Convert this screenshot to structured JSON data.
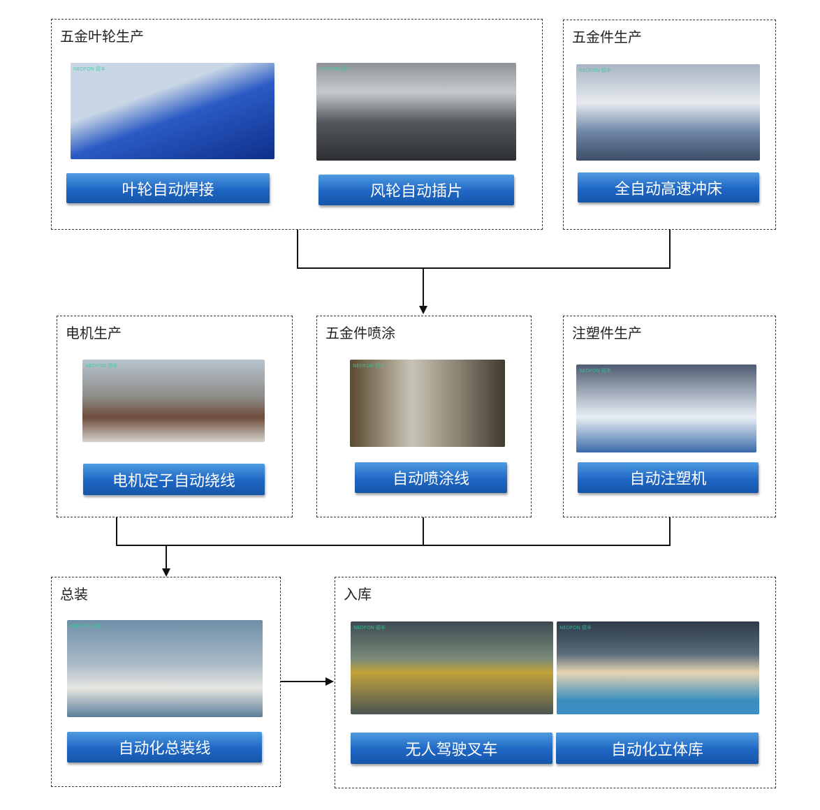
{
  "sections": [
    {
      "title": "五金叶轮生产",
      "items": [
        "叶轮自动焊接",
        "风轮自动插片"
      ]
    },
    {
      "title": "五金件生产",
      "items": [
        "全自动高速冲床"
      ]
    },
    {
      "title": "电机生产",
      "items": [
        "电机定子自动绕线"
      ]
    },
    {
      "title": "五金件喷涂",
      "items": [
        "自动喷涂线"
      ]
    },
    {
      "title": "注塑件生产",
      "items": [
        "自动注塑机"
      ]
    },
    {
      "title": "总装",
      "items": [
        "自动化总装线"
      ]
    },
    {
      "title": "入库",
      "items": [
        "无人驾驶叉车",
        "自动化立体库"
      ]
    }
  ],
  "watermark": "NEDFON 德丰"
}
